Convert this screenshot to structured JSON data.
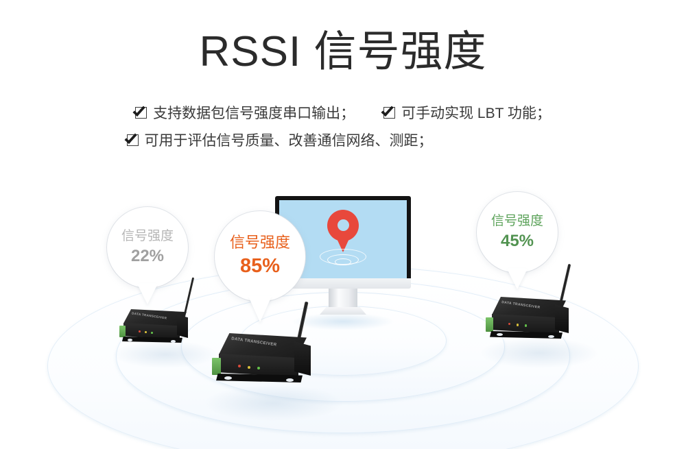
{
  "header": {
    "title": "RSSI 信号强度",
    "bullets_row1": [
      {
        "icon": "checkbox-checked-icon",
        "text": "支持数据包信号强度串口输出；"
      },
      {
        "icon": "checkbox-checked-icon",
        "text": "可手动实现 LBT 功能；"
      }
    ],
    "bullets_row2": [
      {
        "icon": "checkbox-checked-icon",
        "text": "可用于评估信号质量、改善通信网络、测距；"
      }
    ]
  },
  "scene": {
    "monitor": {
      "icon": "location-pin-icon",
      "screen_color": "#b3dcf3",
      "pin_color": "#e8483c"
    },
    "bubbles": [
      {
        "id": "left",
        "label": "信号强度",
        "value": "22%",
        "color": "#b6b6b6"
      },
      {
        "id": "center",
        "label": "信号强度",
        "value": "85%",
        "color": "#e8601c"
      },
      {
        "id": "right",
        "label": "信号强度",
        "value": "45%",
        "color": "#5da35b"
      }
    ],
    "devices": [
      {
        "id": "left-device",
        "label": "DATA TRANSCEIVER"
      },
      {
        "id": "center-device",
        "label": "DATA TRANSCEIVER"
      },
      {
        "id": "right-device",
        "label": "DATA TRANSCEIVER"
      }
    ]
  },
  "colors": {
    "orange": "#e8601c",
    "green": "#5da35b",
    "gray": "#b6b6b6",
    "pin_red": "#e8483c",
    "screen_blue": "#b3dcf3",
    "title_text": "#2b2b2b"
  }
}
